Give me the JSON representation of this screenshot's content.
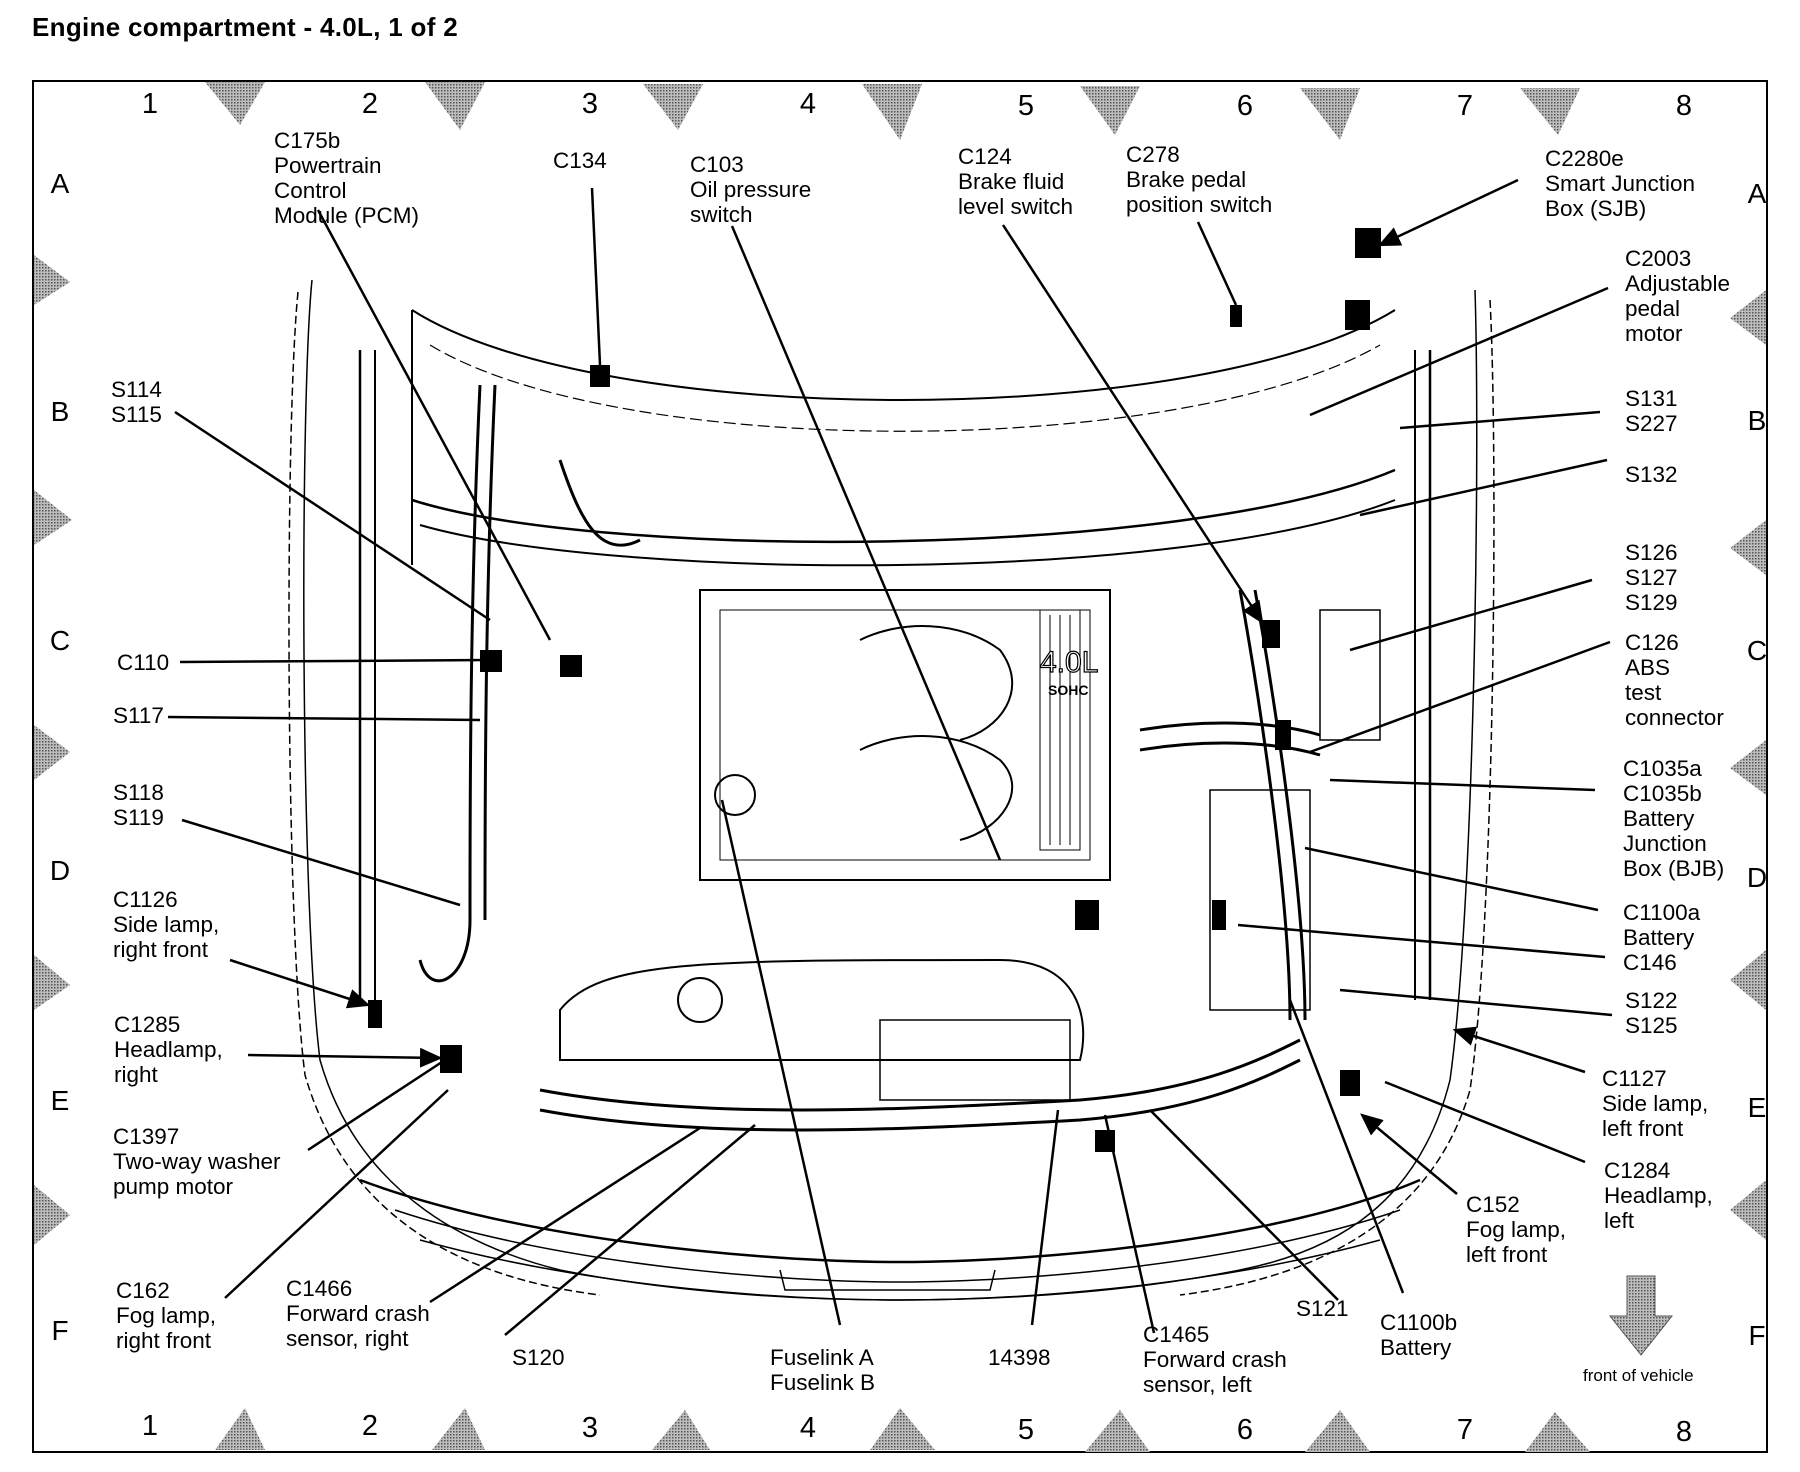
{
  "title": "Engine compartment - 4.0L, 1 of 2",
  "grid": {
    "columns": [
      "1",
      "2",
      "3",
      "4",
      "5",
      "6",
      "7",
      "8"
    ],
    "rows": [
      "A",
      "B",
      "C",
      "D",
      "E",
      "F"
    ]
  },
  "engine_badge": {
    "line1": "4.0L",
    "line2": "SOHC"
  },
  "front_indicator": {
    "label": "front of vehicle",
    "icon": "down-arrow-icon"
  },
  "labels": [
    {
      "id": "c175b",
      "lines": [
        "C175b",
        "Powertrain",
        "Control",
        "Module (PCM)"
      ]
    },
    {
      "id": "c134",
      "lines": [
        "C134"
      ]
    },
    {
      "id": "c103",
      "lines": [
        "C103",
        "Oil pressure",
        "switch"
      ]
    },
    {
      "id": "c124",
      "lines": [
        "C124",
        "Brake fluid",
        "level switch"
      ]
    },
    {
      "id": "c278",
      "lines": [
        "C278",
        "Brake pedal",
        "position switch"
      ]
    },
    {
      "id": "c2280e",
      "lines": [
        "C2280e",
        "Smart Junction",
        "Box (SJB)"
      ]
    },
    {
      "id": "c2003",
      "lines": [
        "C2003",
        "Adjustable",
        "pedal",
        "motor"
      ]
    },
    {
      "id": "s131",
      "lines": [
        "S131",
        "S227"
      ]
    },
    {
      "id": "s132",
      "lines": [
        "S132"
      ]
    },
    {
      "id": "s126",
      "lines": [
        "S126",
        "S127",
        "S129"
      ]
    },
    {
      "id": "c126",
      "lines": [
        "C126",
        "ABS",
        "test",
        "connector"
      ]
    },
    {
      "id": "c1035",
      "lines": [
        "C1035a",
        "C1035b",
        "Battery",
        "Junction",
        "Box (BJB)"
      ]
    },
    {
      "id": "c1100a",
      "lines": [
        "C1100a",
        "Battery",
        "C146"
      ]
    },
    {
      "id": "s122",
      "lines": [
        "S122",
        "S125"
      ]
    },
    {
      "id": "c1127",
      "lines": [
        "C1127",
        "Side lamp,",
        "left front"
      ]
    },
    {
      "id": "c1284",
      "lines": [
        "C1284",
        "Headlamp,",
        "left"
      ]
    },
    {
      "id": "c152",
      "lines": [
        "C152",
        "Fog lamp,",
        "left front"
      ]
    },
    {
      "id": "c1100b",
      "lines": [
        "C1100b",
        "Battery"
      ]
    },
    {
      "id": "s121",
      "lines": [
        "S121"
      ]
    },
    {
      "id": "c1465",
      "lines": [
        "C1465",
        "Forward crash",
        "sensor, left"
      ]
    },
    {
      "id": "n14398",
      "lines": [
        "14398"
      ]
    },
    {
      "id": "fuselink",
      "lines": [
        "Fuselink A",
        "Fuselink B"
      ]
    },
    {
      "id": "s120",
      "lines": [
        "S120"
      ]
    },
    {
      "id": "c1466",
      "lines": [
        "C1466",
        "Forward crash",
        "sensor, right"
      ]
    },
    {
      "id": "c162",
      "lines": [
        "C162",
        "Fog lamp,",
        "right front"
      ]
    },
    {
      "id": "c1397",
      "lines": [
        "C1397",
        "Two-way washer",
        "pump motor"
      ]
    },
    {
      "id": "c1285",
      "lines": [
        "C1285",
        "Headlamp,",
        "right"
      ]
    },
    {
      "id": "c1126",
      "lines": [
        "C1126",
        "Side lamp,",
        "right front"
      ]
    },
    {
      "id": "s118",
      "lines": [
        "S118",
        "S119"
      ]
    },
    {
      "id": "s117",
      "lines": [
        "S117"
      ]
    },
    {
      "id": "c110",
      "lines": [
        "C110"
      ]
    },
    {
      "id": "s114",
      "lines": [
        "S114",
        "S115"
      ]
    }
  ]
}
